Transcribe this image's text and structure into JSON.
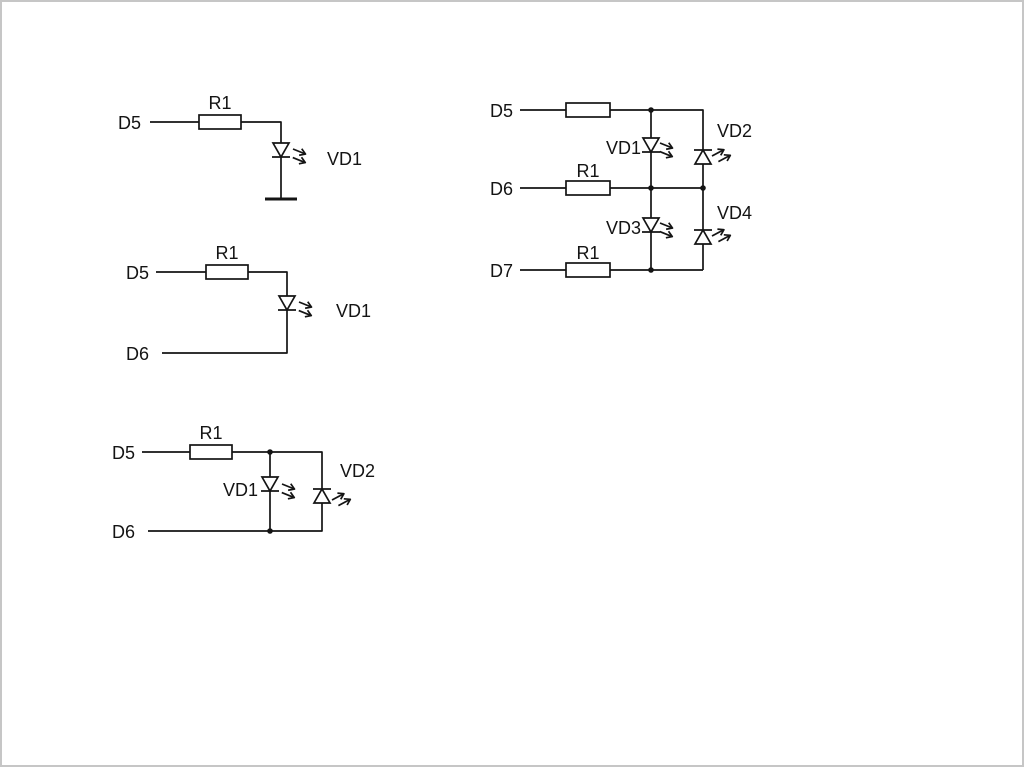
{
  "figure": {
    "background_color": "#ffffff",
    "line_color": "#141414",
    "border_color": "#c6c6c6"
  },
  "circuit1": {
    "pin_top": "D5",
    "resistor": "R1",
    "led": "VD1"
  },
  "circuit2": {
    "pin_top": "D5",
    "pin_bottom": "D6",
    "resistor": "R1",
    "led": "VD1"
  },
  "circuit3": {
    "pin_top": "D5",
    "pin_bottom": "D6",
    "resistor": "R1",
    "led_left": "VD1",
    "led_right": "VD2"
  },
  "circuit4": {
    "pin_row1": "D5",
    "pin_row2": "D6",
    "pin_row3": "D7",
    "resistor_row2": "R1",
    "resistor_row3": "R1",
    "led_top_left": "VD1",
    "led_top_right": "VD2",
    "led_bottom_left": "VD3",
    "led_bottom_right": "VD4"
  }
}
